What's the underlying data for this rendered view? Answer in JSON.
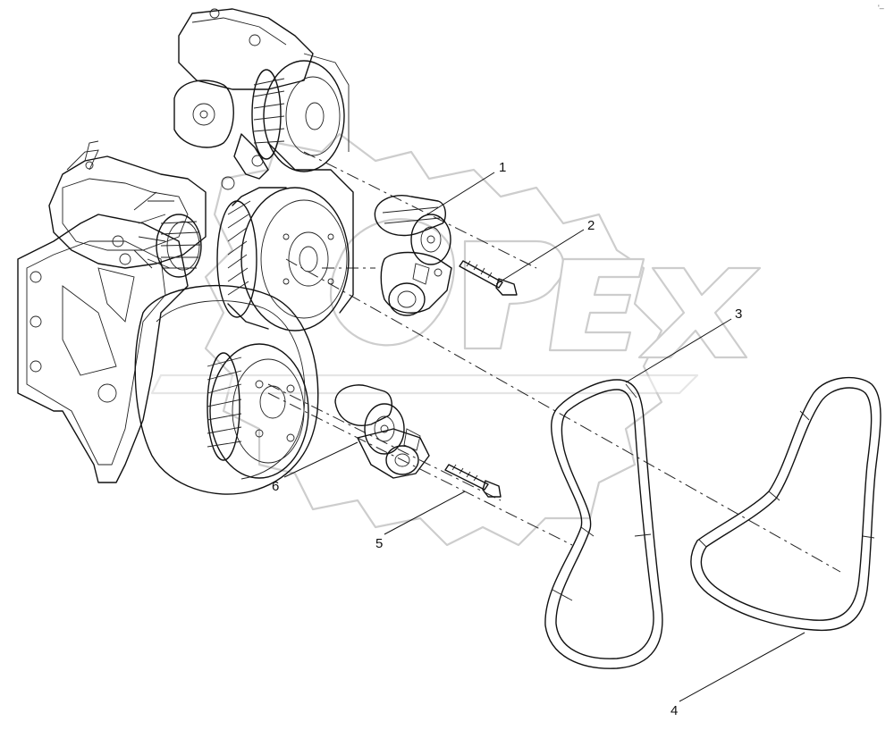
{
  "diagram": {
    "callouts": [
      {
        "id": "1",
        "label": "1"
      },
      {
        "id": "2",
        "label": "2"
      },
      {
        "id": "3",
        "label": "3"
      },
      {
        "id": "4",
        "label": "4"
      },
      {
        "id": "5",
        "label": "5"
      },
      {
        "id": "6",
        "label": "6"
      }
    ],
    "watermark": "OPEX",
    "corner_mark": "'–"
  }
}
